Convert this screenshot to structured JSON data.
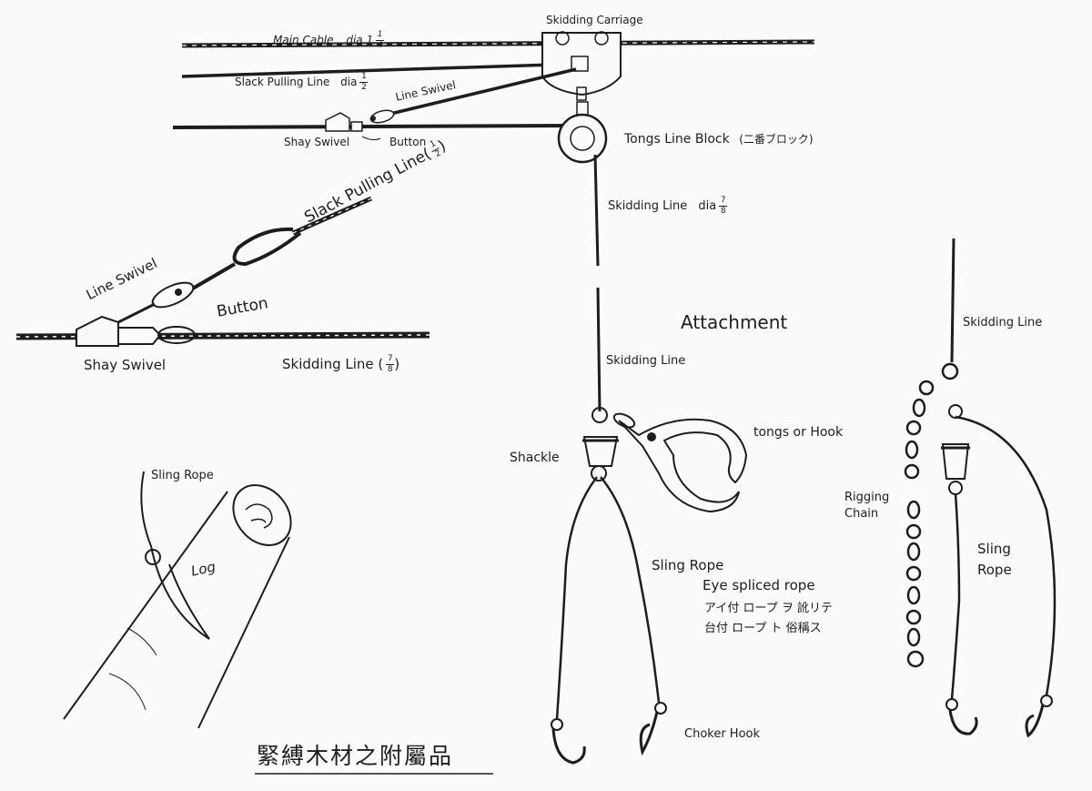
{
  "title": "緊縛木材之附屬品",
  "top_assembly": {
    "skidding_carriage": "Skidding Carriage",
    "main_cable": "Main Cable",
    "main_cable_dia": "dia 1",
    "main_cable_num": "1",
    "main_cable_den": "4",
    "slack_pulling_line": "Slack Pulling Line",
    "slack_dia": "dia",
    "slack_num": "1",
    "slack_den": "2",
    "line_swivel": "Line Swivel",
    "shay_swivel": "Shay Swivel",
    "button": "Button",
    "tongs_line_block": "Tongs Line Block",
    "tongs_line_block_jp": "(二番ブロック)",
    "skidding_line": "Skidding Line",
    "skidding_dia": "dia",
    "skidding_num": "7",
    "skidding_den": "8"
  },
  "detail_view": {
    "slack_pulling_line": "Slack Pulling Line",
    "slack_num": "1",
    "slack_den": "2",
    "line_swivel": "Line Swivel",
    "button": "Button",
    "shay_swivel": "Shay Swivel",
    "skidding_line": "Skidding Line",
    "skidding_num": "7",
    "skidding_den": "8"
  },
  "log_view": {
    "sling_rope": "Sling Rope",
    "log": "Log"
  },
  "attachment_view": {
    "heading": "Attachment",
    "skidding_line": "Skidding Line",
    "shackle": "Shackle",
    "tongs_or_hook": "tongs or Hook",
    "sling_rope": "Sling Rope",
    "eye_spliced_rope": "Eye spliced rope",
    "jp_line_1": "アイ付 ロープ ヲ 訛リテ",
    "jp_line_2": "台付 ロープ ト 俗稱ス",
    "choker_hook": "Choker Hook"
  },
  "chain_view": {
    "skidding_line": "Skidding Line",
    "rigging_chain": "Rigging Chain",
    "sling_rope": "Sling Rope"
  }
}
